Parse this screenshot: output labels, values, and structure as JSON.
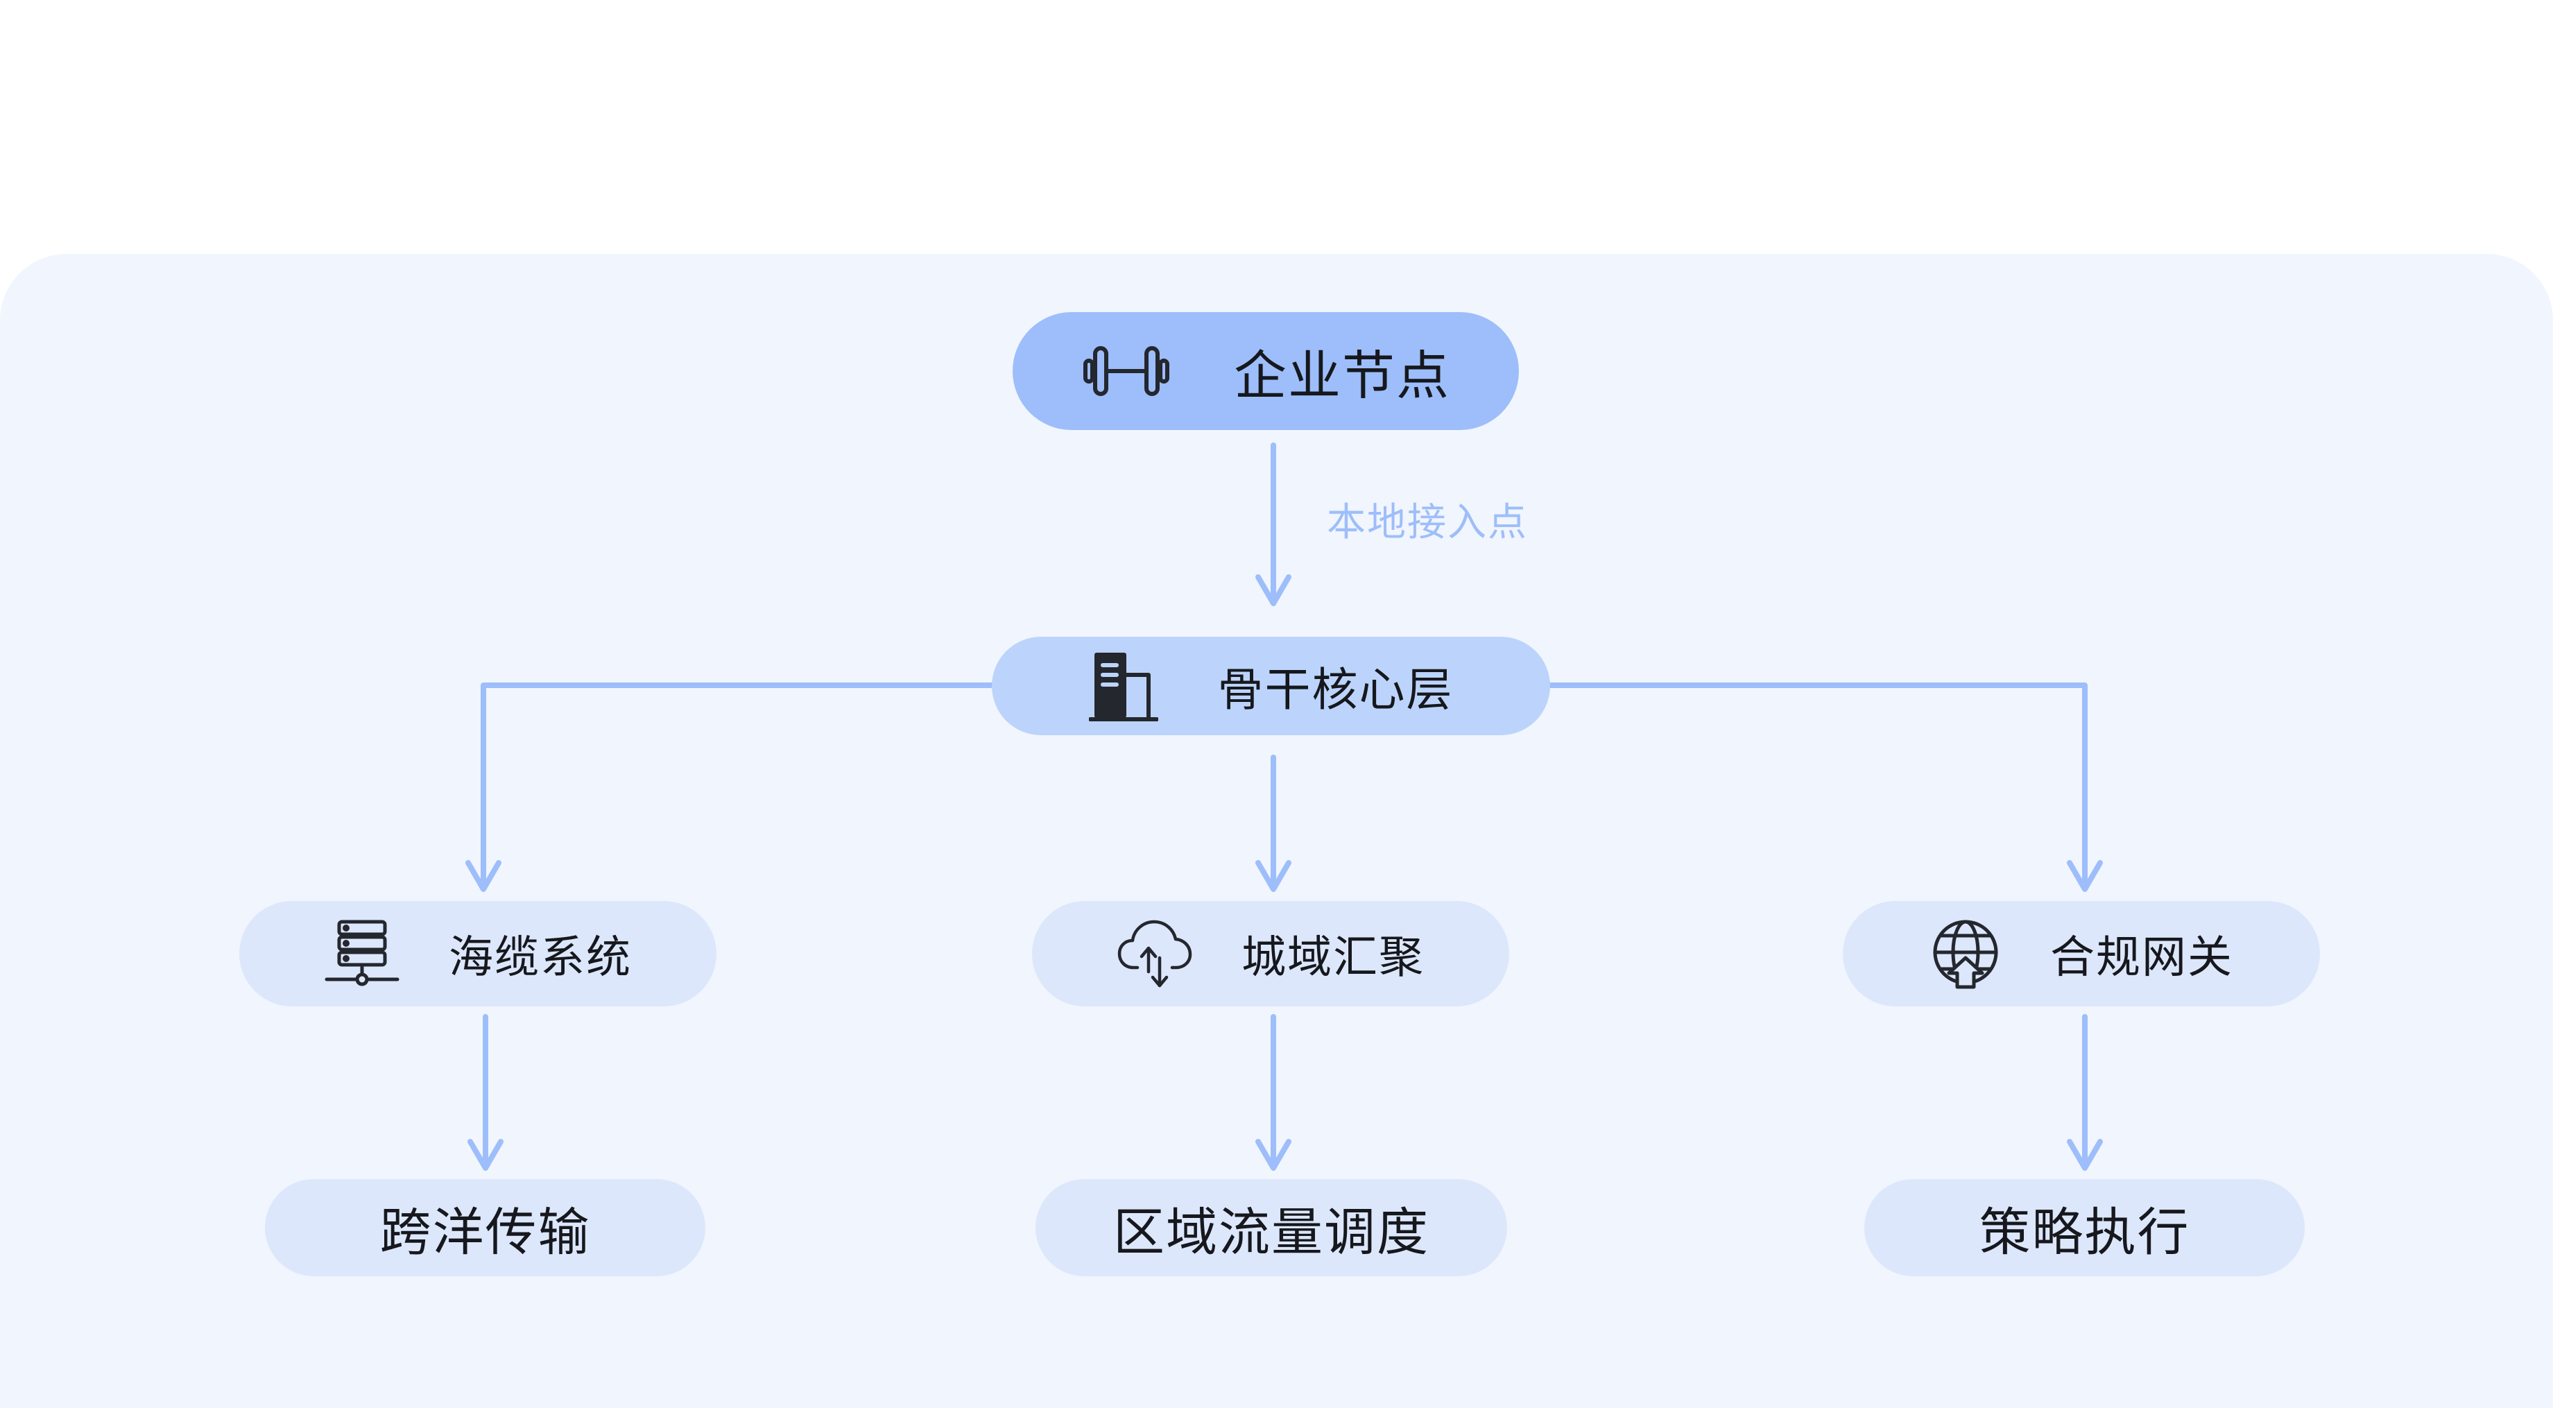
{
  "diagram": {
    "root": {
      "label": "企业节点",
      "icon": "dumbbell-icon"
    },
    "edge_label": "本地接入点",
    "core": {
      "label": "骨干核心层",
      "icon": "building-icon"
    },
    "branches": [
      {
        "label": "海缆系统",
        "icon": "server-network-icon",
        "child": "跨洋传输"
      },
      {
        "label": "城域汇聚",
        "icon": "cloud-sync-icon",
        "child": "区域流量调度"
      },
      {
        "label": "合规网关",
        "icon": "globe-upload-icon",
        "child": "策略执行"
      }
    ]
  },
  "colors": {
    "panel": "#f1f5fd",
    "root_fill": "#9dbefa",
    "core_fill": "#bcd4fb",
    "node_fill": "#dde7fb",
    "connector": "#9dbefa",
    "text": "#16181d"
  }
}
